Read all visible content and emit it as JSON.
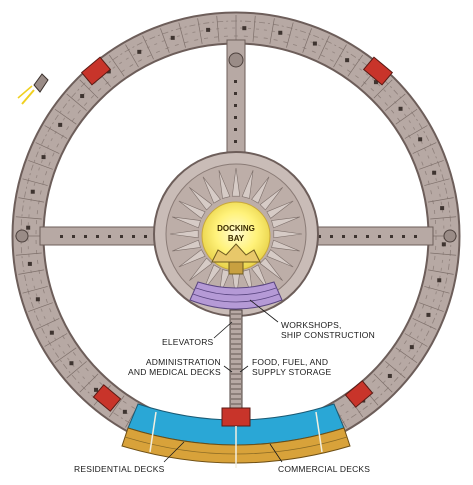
{
  "diagram": {
    "docking_label_line1": "DOCKING",
    "docking_label_line2": "BAY",
    "labels": {
      "elevators": "ELEVATORS",
      "workshops_line1": "WORKSHOPS,",
      "workshops_line2": "SHIP CONSTRUCTION",
      "admin_line1": "ADMINISTRATION",
      "admin_line2": "AND MEDICAL DECKS",
      "food_line1": "FOOD, FUEL, AND",
      "food_line2": "SUPPLY STORAGE",
      "residential": "RESIDENTIAL DECKS",
      "commercial": "COMMERCIAL DECKS"
    },
    "colors": {
      "ring": "#b7a9a4",
      "ring_edge": "#6d5e5a",
      "hub": "#c9bcb7",
      "docking_glow": "#fff27a",
      "workshop_violet": "#b59ad6",
      "admin_red": "#c8342a",
      "residential_blue": "#2aa7d6",
      "commercial_gold": "#d8a23a"
    }
  }
}
